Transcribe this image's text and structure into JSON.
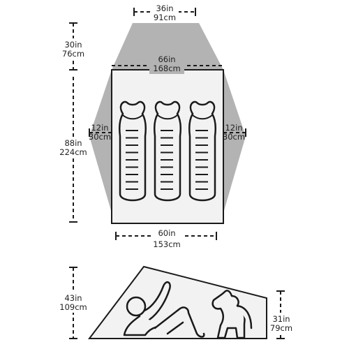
{
  "colors": {
    "vestibule_fill": "#b3b3b3",
    "floor_fill": "#f2f2f2",
    "line": "#1a1a1a"
  },
  "floor_plan": {
    "top_vestibule": {
      "in": "36in",
      "cm": "91cm"
    },
    "vestibule_depth": {
      "in": "30in",
      "cm": "76cm"
    },
    "head_width": {
      "in": "66in",
      "cm": "168cm"
    },
    "floor_length": {
      "in": "88in",
      "cm": "224cm"
    },
    "left_side": {
      "in": "12in",
      "cm": "30cm"
    },
    "right_side": {
      "in": "12in",
      "cm": "30cm"
    },
    "foot_width": {
      "in": "60in",
      "cm": "153cm"
    },
    "sleeping_bags": 3
  },
  "side_profile": {
    "peak_height": {
      "in": "43in",
      "cm": "109cm"
    },
    "foot_height": {
      "in": "31in",
      "cm": "79cm"
    }
  }
}
